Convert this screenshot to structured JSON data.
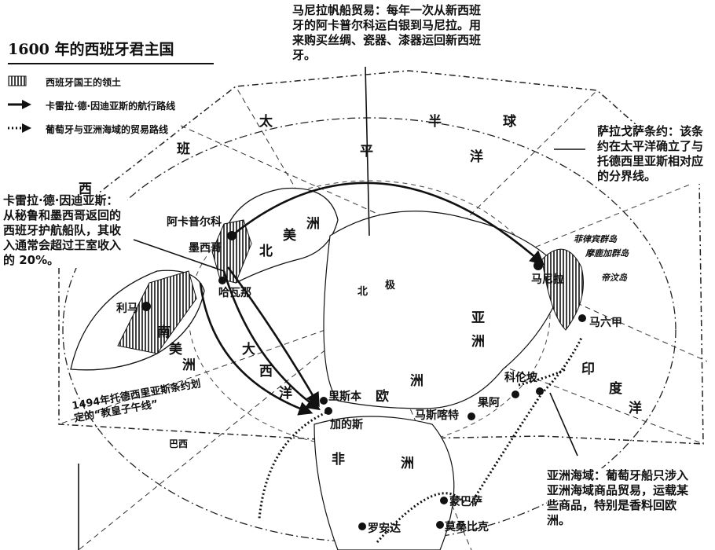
{
  "title": "1600 年的西班牙君主国",
  "legend": [
    {
      "symbol": "vertical-hatch",
      "label": "西班牙国王的领土"
    },
    {
      "symbol": "solid-arrow",
      "label": "卡雷拉·德·因迪亚斯的航行路线"
    },
    {
      "symbol": "dotted-arrow",
      "label": "葡萄牙与亚洲海域的贸易路线"
    }
  ],
  "notes": {
    "manila_galleon": "马尼拉帆船贸易：每年一次从新西班牙的阿卡普尔科运白银到马尼拉。用来购买丝绸、瓷器、漆器运回新西班牙。",
    "saragossa": "萨拉戈萨条约：该条约在太平洋确立了与托德西里亚斯相对应的分界线。",
    "carrera": "卡雷拉·德·因迪亚斯：从秘鲁和墨西哥返回的西班牙护航船队，其收入通常会超过王室收入的 20%。",
    "asian_waters": "亚洲海域：葡萄牙船只涉入亚洲海域商品贸易，运载某些商品，特别是香料回欧洲。",
    "tordesillas": "1494年托德西里亚斯条约划定的“教皇子午线”"
  },
  "places": {
    "acapulco": "阿卡普尔科",
    "mexico": "墨西哥",
    "havana": "哈瓦那",
    "lima": "利马",
    "lisbon": "里斯本",
    "cadiz": "加的斯",
    "muscat": "马斯喀特",
    "goa": "果阿",
    "colombo": "科伦坡",
    "manila": "马尼拉",
    "malacca": "马六甲",
    "mombasa": "蒙巴萨",
    "mozambique": "莫桑比克",
    "luanda": "罗安达",
    "brazil": "巴西",
    "philippines": "菲律宾群岛",
    "moluccas": "摩鹿加群岛",
    "timor": "帝汶岛"
  },
  "regions": [
    "西",
    "班",
    "太",
    "平",
    "半",
    "洋",
    "球",
    "北",
    "美",
    "洲",
    "南",
    "美",
    "洲",
    "大",
    "西",
    "洋",
    "欧",
    "洲",
    "非",
    "洲",
    "印",
    "度",
    "洋",
    "亚",
    "洲",
    "北",
    "极"
  ],
  "colors": {
    "ink": "#111111",
    "paper": "#ffffff"
  }
}
